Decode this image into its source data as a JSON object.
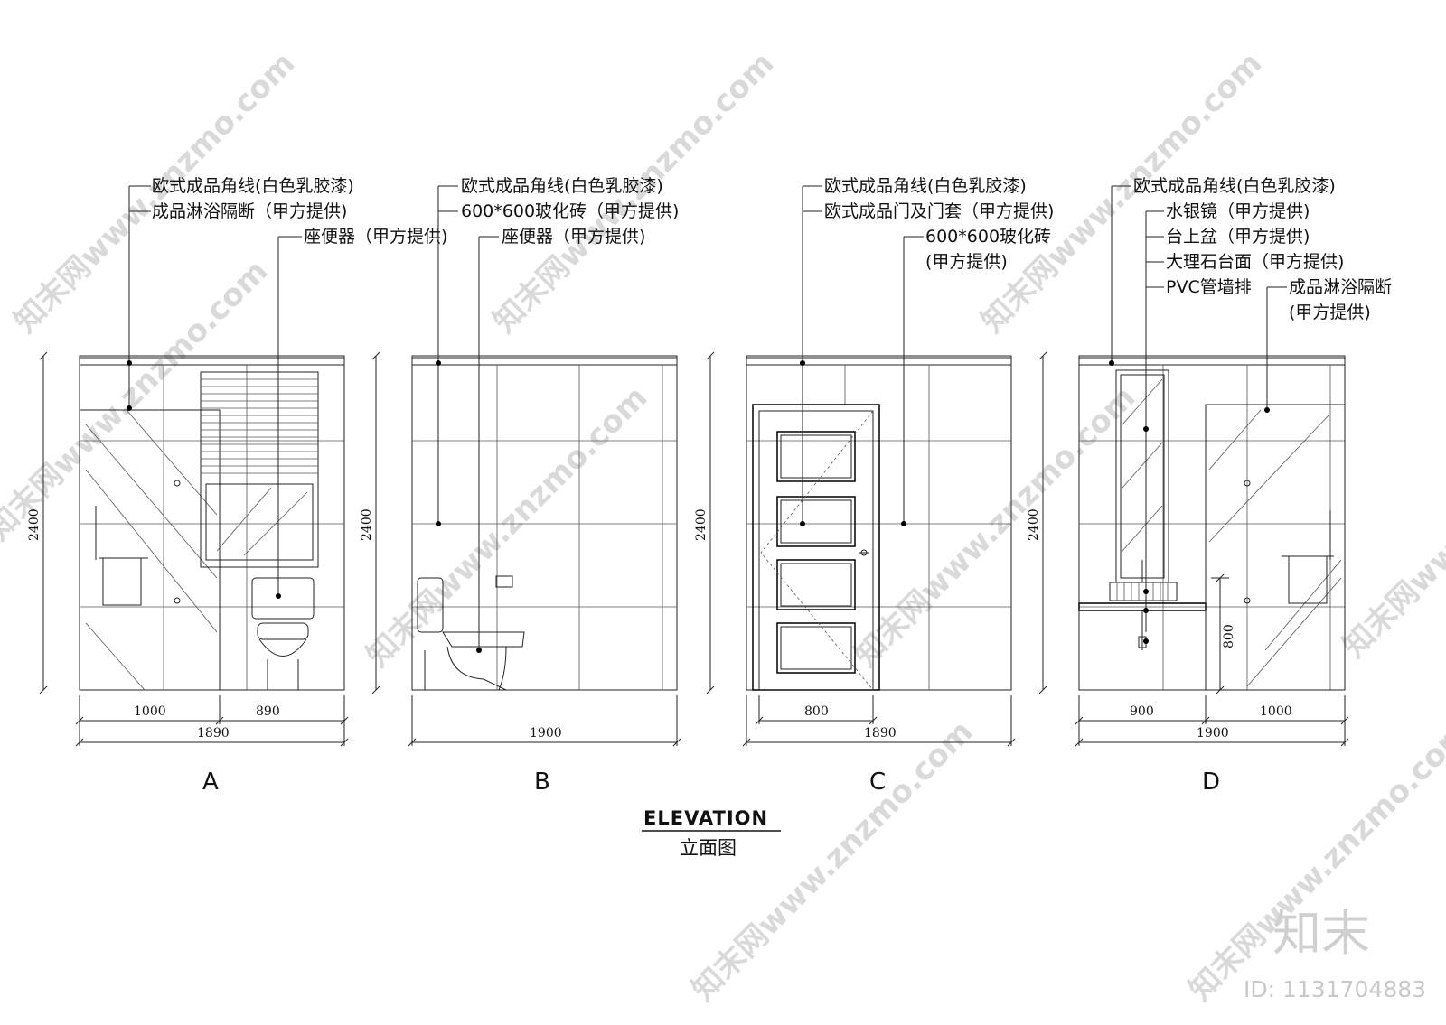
{
  "panels": [
    {
      "id": "A",
      "label": "A",
      "height_dim": "2400",
      "dims_top": [
        "1000",
        "890"
      ],
      "dim_total": "1890",
      "annotations": [
        "欧式成品角线(白色乳胶漆)",
        "成品淋浴隔断（甲方提供)",
        "座便器（甲方提供)"
      ]
    },
    {
      "id": "B",
      "label": "B",
      "height_dim": "2400",
      "dims_top": [],
      "dim_total": "1900",
      "annotations": [
        "欧式成品角线(白色乳胶漆)",
        "600*600玻化砖（甲方提供)",
        "座便器（甲方提供)"
      ]
    },
    {
      "id": "C",
      "label": "C",
      "height_dim": "2400",
      "dims_top": [
        "800"
      ],
      "dim_total": "1890",
      "annotations": [
        "欧式成品角线(白色乳胶漆)",
        "欧式成品门及门套（甲方提供)",
        "600*600玻化砖",
        "(甲方提供)"
      ]
    },
    {
      "id": "D",
      "label": "D",
      "height_dim": "2400",
      "dims_top": [
        "900",
        "1000"
      ],
      "dim_total": "1900",
      "side_dim": "800",
      "annotations": [
        "欧式成品角线(白色乳胶漆)",
        "水银镜（甲方提供)",
        "台上盆（甲方提供)",
        "大理石台面（甲方提供)",
        "PVC管墙排",
        "成品淋浴隔断",
        "(甲方提供)"
      ]
    }
  ],
  "title": "ELEVATION",
  "subtitle": "立面图",
  "watermark": {
    "text": "知末网www.znzmo.com",
    "logo": "知末",
    "id_text": "ID: 1131704883"
  },
  "colors": {
    "line": "#222222",
    "watermark": "#d9d9d9"
  }
}
